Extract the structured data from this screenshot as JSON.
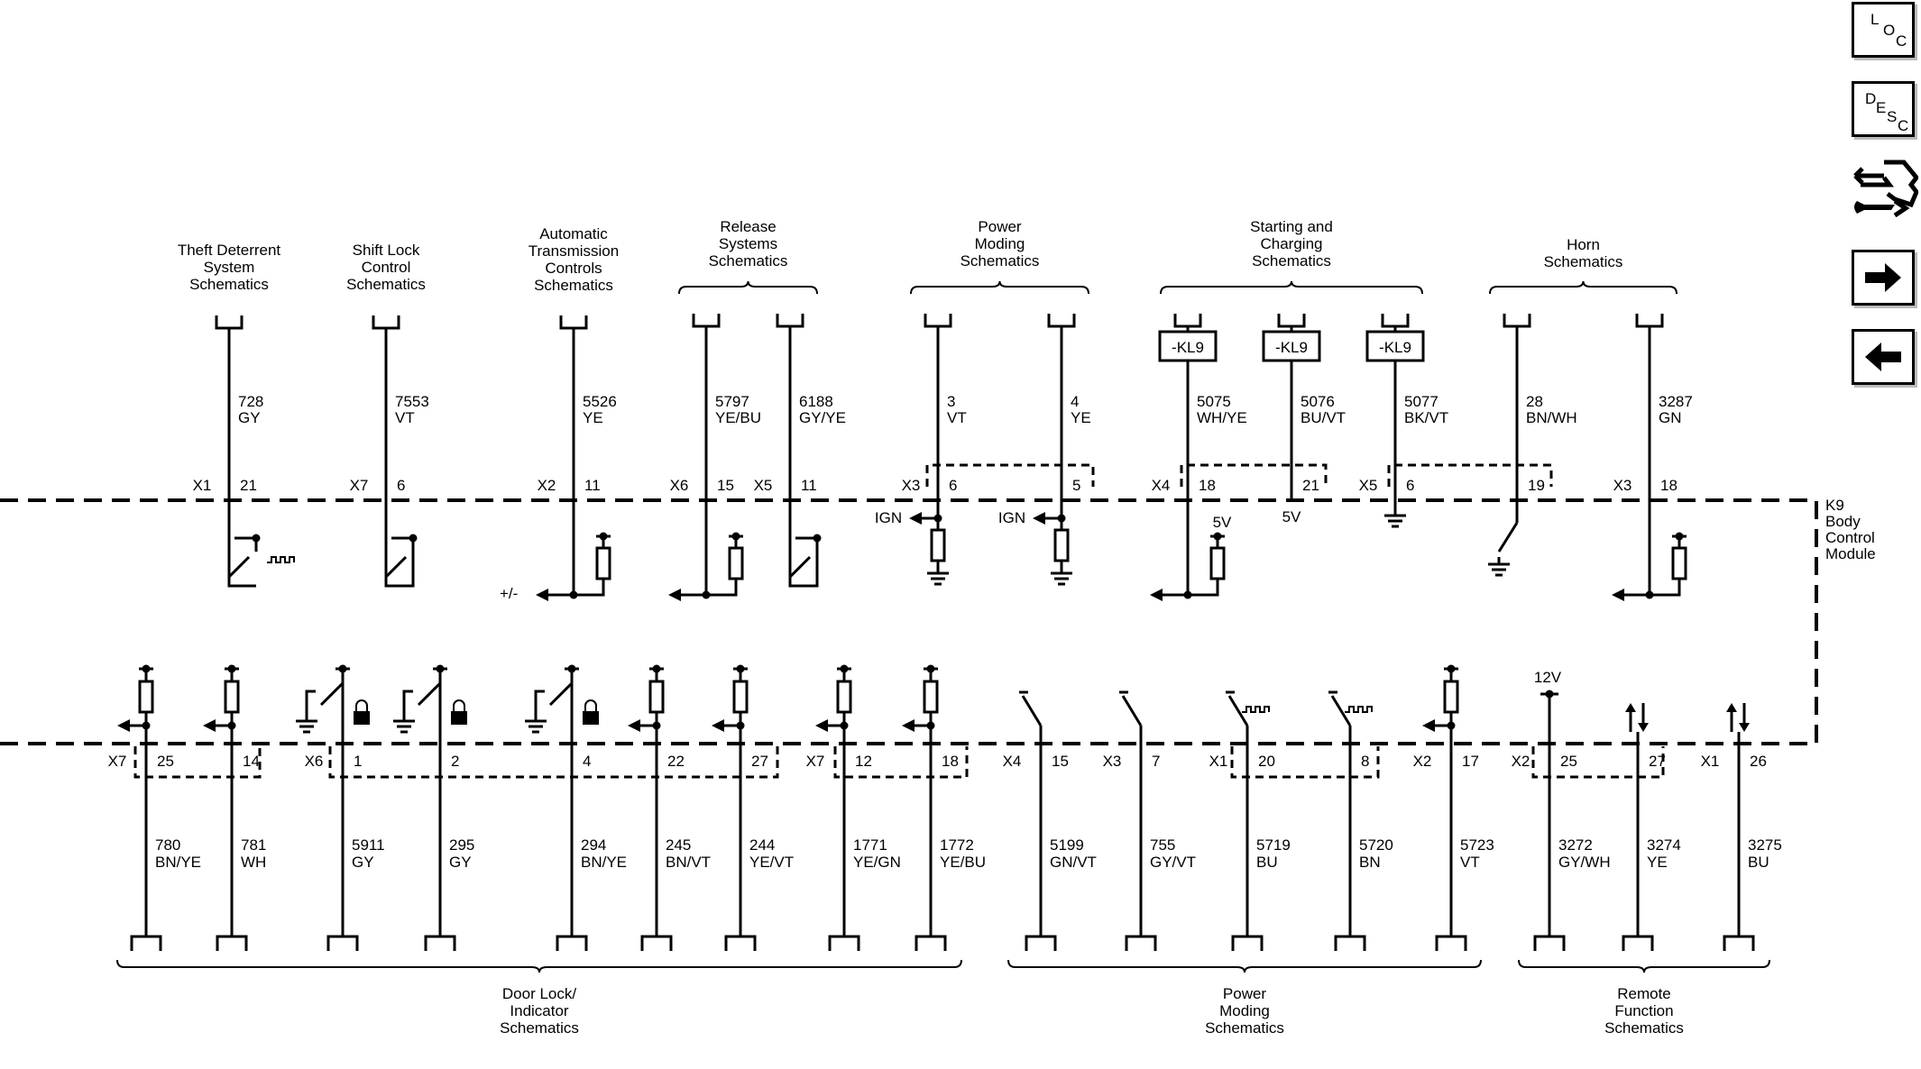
{
  "module": {
    "id": "K9",
    "lines": [
      "Body",
      "Control",
      "Module"
    ]
  },
  "nav": {
    "loc": [
      "L",
      "O",
      "C"
    ],
    "desc": [
      "D",
      "E",
      "S",
      "C"
    ],
    "icons": [
      "loc-icon",
      "desc-icon",
      "connector-repair-icon",
      "next-arrow-icon",
      "prev-arrow-icon"
    ]
  },
  "top_groups": [
    {
      "label": [
        "Theft Deterrent",
        "System",
        "Schematics"
      ],
      "circuits": [
        {
          "conn": "X1",
          "pin": "21",
          "num": "728",
          "color": "GY",
          "comp": "switch-pulse"
        }
      ]
    },
    {
      "label": [
        "Shift Lock",
        "Control",
        "Schematics"
      ],
      "circuits": [
        {
          "conn": "X7",
          "pin": "6",
          "num": "7553",
          "color": "VT",
          "comp": "switch"
        }
      ]
    },
    {
      "label": [
        "Automatic",
        "Transmission",
        "Controls",
        "Schematics"
      ],
      "circuits": [
        {
          "conn": "X2",
          "pin": "11",
          "num": "5526",
          "color": "YE",
          "comp": "resistor-bidir",
          "io": "+/-"
        }
      ]
    },
    {
      "label": [
        "Release",
        "Systems",
        "Schematics"
      ],
      "circuits": [
        {
          "conn": "X6",
          "pin": "15",
          "num": "5797",
          "color": "YE/BU",
          "comp": "resistor-input"
        },
        {
          "conn": "X5",
          "pin": "11",
          "num": "6188",
          "color": "GY/YE",
          "comp": "switch"
        }
      ]
    },
    {
      "label": [
        "Power",
        "Moding",
        "Schematics"
      ],
      "circuits": [
        {
          "conn": "X3",
          "pin": "6",
          "num": "3",
          "color": "VT",
          "comp": "ign",
          "io": "IGN"
        },
        {
          "conn": "",
          "pin": "5",
          "num": "4",
          "color": "YE",
          "comp": "ign",
          "io": "IGN"
        }
      ]
    },
    {
      "label": [
        "Starting and",
        "Charging",
        "Schematics"
      ],
      "circuits": [
        {
          "conn": "X4",
          "pin": "18",
          "num": "5075",
          "color": "WH/YE",
          "comp": "resistor-5v",
          "tag": "-KL9",
          "io": "5V"
        },
        {
          "conn": "",
          "pin": "21",
          "num": "5076",
          "color": "BU/VT",
          "comp": "vref",
          "tag": "-KL9",
          "io": "5V"
        },
        {
          "conn": "X5",
          "pin": "6",
          "num": "5077",
          "color": "BK/VT",
          "comp": "ground",
          "tag": "-KL9"
        }
      ]
    },
    {
      "label": [
        "Horn",
        "Schematics"
      ],
      "circuits": [
        {
          "conn": "",
          "pin": "19",
          "num": "28",
          "color": "BN/WH",
          "comp": "switch-ground"
        },
        {
          "conn": "X3",
          "pin": "18",
          "num": "3287",
          "color": "GN",
          "comp": "resistor-input"
        }
      ]
    }
  ],
  "bottom_circuits": [
    {
      "conn": "X7",
      "pin": "25",
      "num": "780",
      "color": "BN/YE",
      "comp": "resistor-input"
    },
    {
      "conn": "",
      "pin": "14",
      "num": "781",
      "color": "WH",
      "comp": "resistor-input"
    },
    {
      "conn": "X6",
      "pin": "1",
      "num": "5911",
      "color": "GY",
      "comp": "lock-switch"
    },
    {
      "conn": "",
      "pin": "2",
      "num": "295",
      "color": "GY",
      "comp": "lock-switch"
    },
    {
      "conn": "",
      "pin": "4",
      "num": "294",
      "color": "BN/YE",
      "comp": "lock-switch"
    },
    {
      "conn": "",
      "pin": "22",
      "num": "245",
      "color": "BN/VT",
      "comp": "resistor-input"
    },
    {
      "conn": "",
      "pin": "27",
      "num": "244",
      "color": "YE/VT",
      "comp": "resistor-input"
    },
    {
      "conn": "X7",
      "pin": "12",
      "num": "1771",
      "color": "YE/GN",
      "comp": "resistor-input"
    },
    {
      "conn": "",
      "pin": "18",
      "num": "1772",
      "color": "YE/BU",
      "comp": "resistor-input"
    },
    {
      "conn": "X4",
      "pin": "15",
      "num": "5199",
      "color": "GN/VT",
      "comp": "switch"
    },
    {
      "conn": "X3",
      "pin": "7",
      "num": "755",
      "color": "GY/VT",
      "comp": "switch"
    },
    {
      "conn": "X1",
      "pin": "20",
      "num": "5719",
      "color": "BU",
      "comp": "switch-pulse"
    },
    {
      "conn": "",
      "pin": "8",
      "num": "5720",
      "color": "BN",
      "comp": "switch-pulse"
    },
    {
      "conn": "X2",
      "pin": "17",
      "num": "5723",
      "color": "VT",
      "comp": "resistor-input"
    },
    {
      "conn": "X2",
      "pin": "25",
      "num": "3272",
      "color": "GY/WH",
      "comp": "vsupply",
      "io": "12V"
    },
    {
      "conn": "",
      "pin": "27",
      "num": "3274",
      "color": "YE",
      "comp": "bidir"
    },
    {
      "conn": "X1",
      "pin": "26",
      "num": "3275",
      "color": "BU",
      "comp": "bidir"
    }
  ],
  "bottom_groups": [
    {
      "label": [
        "Door Lock/",
        "Indicator",
        "Schematics"
      ]
    },
    {
      "label": [
        "Power",
        "Moding",
        "Schematics"
      ]
    },
    {
      "label": [
        "Remote",
        "Function",
        "Schematics"
      ]
    }
  ]
}
